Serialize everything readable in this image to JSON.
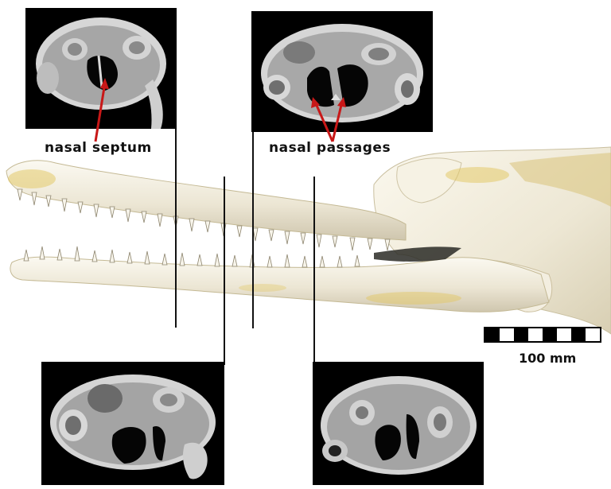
{
  "figure": {
    "skull": {
      "subject": "gharial skull 3D reconstruction, lateral view"
    },
    "annotations": {
      "septum_label": "nasal septum",
      "passages_label": "nasal passages",
      "arrow_color": "#c81818"
    },
    "scale_bar": {
      "label": "100 mm",
      "segments": 8
    },
    "sections": [
      {
        "id": "section-1",
        "position": "top-left"
      },
      {
        "id": "section-2",
        "position": "top-right"
      },
      {
        "id": "section-3",
        "position": "bottom-left"
      },
      {
        "id": "section-4",
        "position": "bottom-right"
      }
    ],
    "colors": {
      "bone": "#f0ece0",
      "tissue": "#9c9c9c",
      "background": "#000000"
    }
  }
}
